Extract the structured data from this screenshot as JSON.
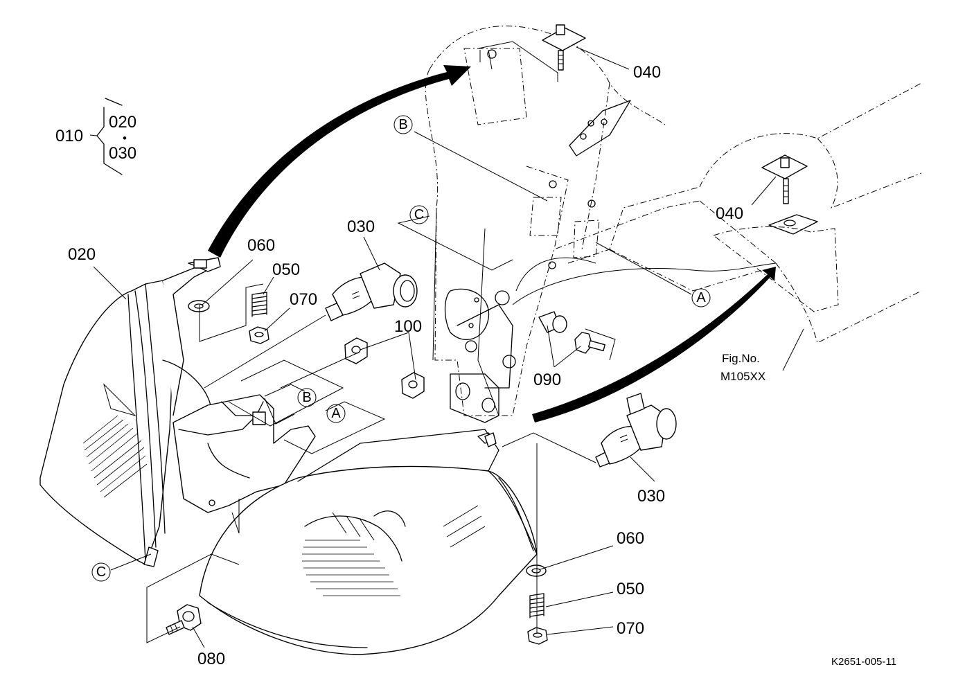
{
  "callouts": {
    "assembly": "010",
    "bracket_top": "020",
    "bracket_dot": "•",
    "bracket_bottom": "030",
    "left_lamp": "020",
    "bulb_upper": "030",
    "bulb_lower": "030",
    "bolt_top": "040",
    "bolt_right": "040",
    "spring_upper": "050",
    "spring_lower": "050",
    "washer_upper": "060",
    "washer_lower": "060",
    "nut_upper": "070",
    "nut_lower": "070",
    "screw": "080",
    "grommet_bolt": "090",
    "grommet": "100"
  },
  "refs": {
    "a1": "A",
    "a2": "A",
    "b1": "B",
    "b2": "B",
    "c1": "C",
    "c2": "C"
  },
  "fig_note": {
    "line1": "Fig.No.",
    "line2": "M105XX"
  },
  "drawing_code": "K2651-005-11",
  "icons": {
    "arrow_upper": "curved-arrow-icon",
    "arrow_lower": "curved-arrow-icon"
  },
  "colors": {
    "ink": "#000000",
    "paper": "#ffffff"
  }
}
